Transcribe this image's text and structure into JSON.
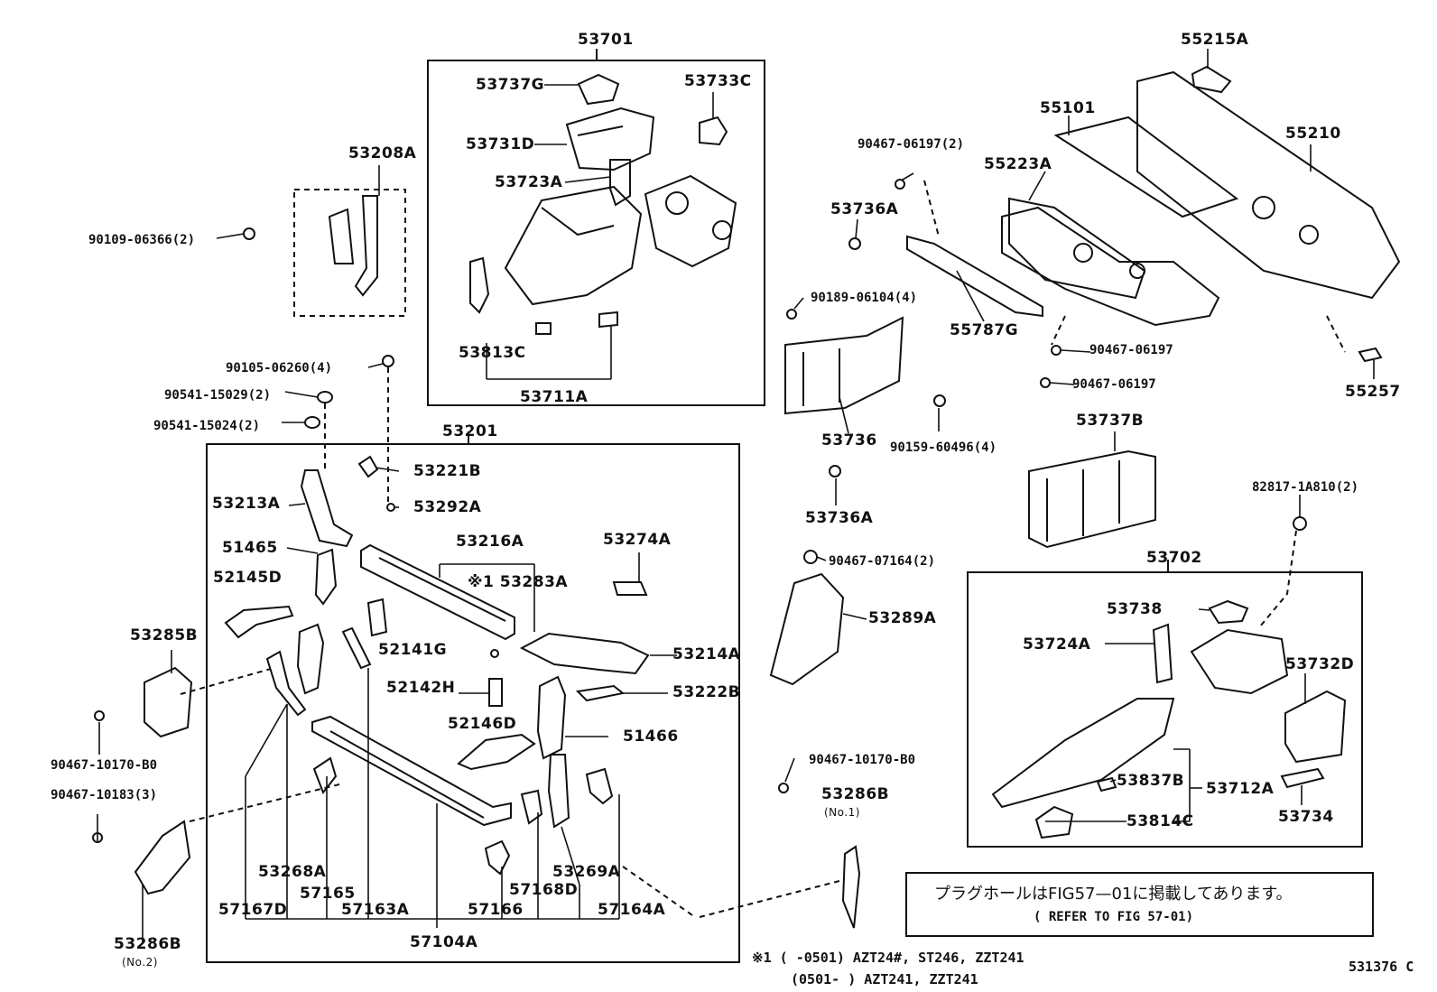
{
  "labels": {
    "l53701": "53701",
    "l53737G": "53737G",
    "l53733C": "53733C",
    "l53731D": "53731D",
    "l53723A": "53723A",
    "l53813C": "53813C",
    "l53711A": "53711A",
    "l53208A": "53208A",
    "l90109": "90109-06366(2)",
    "l90105": "90105-06260(4)",
    "l90541a": "90541-15029(2)",
    "l90541b": "90541-15024(2)",
    "l53201": "53201",
    "l53221B": "53221B",
    "l53213A": "53213A",
    "l53292A": "53292A",
    "l51465": "51465",
    "l52145D": "52145D",
    "l53216A": "53216A",
    "l53283A": "※1 53283A",
    "l53274A": "53274A",
    "l52141G": "52141G",
    "l53214A": "53214A",
    "l52142H": "52142H",
    "l53222B": "53222B",
    "l52146D": "52146D",
    "l51466": "51466",
    "l53285B": "53285B",
    "l90467a": "90467-10170-B0",
    "l90467b": "90467-10183(3)",
    "l53286B2": "53286B",
    "lno2": "(No.2)",
    "l53268A": "53268A",
    "l57165": "57165",
    "l57167D": "57167D",
    "l57163A": "57163A",
    "l57104A": "57104A",
    "l57166": "57166",
    "l57168D": "57168D",
    "l53269A": "53269A",
    "l57164A": "57164A",
    "l90467c": "90467-10170-B0",
    "l53286B1": "53286B",
    "lno1": "(No.1)",
    "l90467d": "90467-06197(2)",
    "l53736A1": "53736A",
    "l90189": "90189-06104(4)",
    "l55787G": "55787G",
    "l90467e": "90467-06197",
    "l90467f": "90467-06197",
    "l53736": "53736",
    "l90159": "90159-60496(4)",
    "l53736A2": "53736A",
    "l90467g": "90467-07164(2)",
    "l53289A": "53289A",
    "l55215A": "55215A",
    "l55101": "55101",
    "l55210": "55210",
    "l55223A": "55223A",
    "l55257": "55257",
    "l53737B": "53737B",
    "l82817": "82817-1A810(2)",
    "l53702": "53702",
    "l53738": "53738",
    "l53724A": "53724A",
    "l53732D": "53732D",
    "l53837B": "53837B",
    "l53712A": "53712A",
    "l53814C": "53814C",
    "l53734": "53734"
  },
  "note": {
    "line1": "プラグホールはFIG57—01に掲載してあります。",
    "line2": "( REFER TO FIG 57-01)"
  },
  "footnote": {
    "line1": "※1 (      -0501) AZT24#, ST246, ZZT241",
    "line2": "(0501-      ) AZT241, ZZT241"
  },
  "figure_code": "531376 C"
}
